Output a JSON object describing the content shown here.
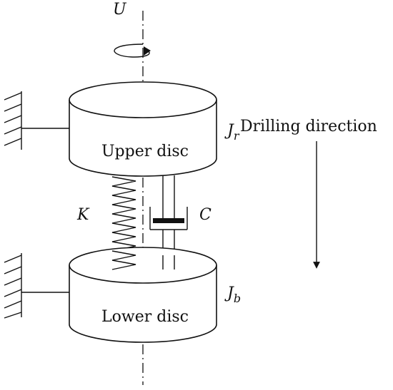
{
  "labels": {
    "input": "U",
    "upper_disc": "Upper disc",
    "lower_disc": "Lower disc",
    "upper_inertia": "J",
    "upper_inertia_sub": "r",
    "lower_inertia": "J",
    "lower_inertia_sub": "b",
    "stiffness": "K",
    "damping": "C",
    "direction": "Drilling direction"
  }
}
